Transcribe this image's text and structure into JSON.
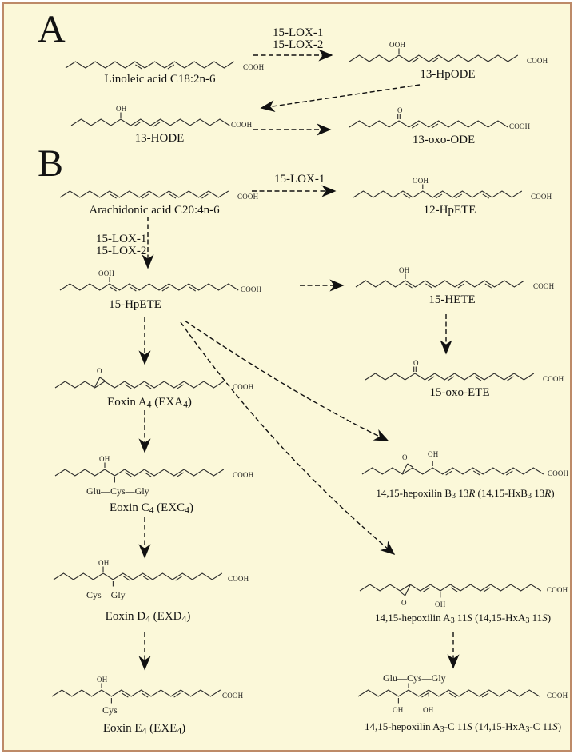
{
  "figure": {
    "description_title": "Lipoxygenase pathway diagram",
    "background_color": "#fbf8d9",
    "border_color": "#bd8a68",
    "ink_color": "#151515"
  },
  "panels": {
    "a": "A",
    "b": "B"
  },
  "enzymes": {
    "lox1": "15-LOX-1",
    "lox2": "15-LOX-2"
  },
  "chem": {
    "cooh": "COOH",
    "oh": "OH",
    "ooh": "OOH",
    "keto_o": "O",
    "epoxide_o": "O",
    "glu_cys_gly": "Glu—Cys—Gly",
    "cys_gly": "Cys—Gly",
    "cys": "Cys"
  },
  "molecules": {
    "linoleic": {
      "label": "Linoleic acid C18:2n-6"
    },
    "hpode13": {
      "label": "13-HpODE"
    },
    "hode13": {
      "label": "13-HODE"
    },
    "oxoode13": {
      "label": "13-oxo-ODE"
    },
    "arachidonic": {
      "label": "Arachidonic acid C20:4n-6"
    },
    "hpete12": {
      "label": "12-HpETE"
    },
    "hpete15": {
      "label": "15-HpETE"
    },
    "hete15": {
      "label": "15-HETE"
    },
    "oxoete15": {
      "label": "15-oxo-ETE"
    },
    "exa4": {
      "label": [
        {
          "t": "Eoxin A"
        },
        {
          "t": "4",
          "f": "sub"
        },
        {
          "t": " (EXA"
        },
        {
          "t": "4",
          "f": "sub"
        },
        {
          "t": ")"
        }
      ]
    },
    "exc4": {
      "label": [
        {
          "t": "Eoxin C"
        },
        {
          "t": "4",
          "f": "sub"
        },
        {
          "t": " (EXC"
        },
        {
          "t": "4",
          "f": "sub"
        },
        {
          "t": ")"
        }
      ]
    },
    "exd4": {
      "label": [
        {
          "t": "Eoxin D"
        },
        {
          "t": "4",
          "f": "sub"
        },
        {
          "t": " (EXD"
        },
        {
          "t": "4",
          "f": "sub"
        },
        {
          "t": ")"
        }
      ]
    },
    "exe4": {
      "label": [
        {
          "t": "Eoxin E"
        },
        {
          "t": "4",
          "f": "sub"
        },
        {
          "t": " (EXE"
        },
        {
          "t": "4",
          "f": "sub"
        },
        {
          "t": ")"
        }
      ]
    },
    "hxb3": {
      "label": [
        {
          "t": "14,15-hepoxilin B"
        },
        {
          "t": "3",
          "f": "sub"
        },
        {
          "t": " 13"
        },
        {
          "t": "R",
          "f": "i"
        },
        {
          "t": " (14,15-HxB"
        },
        {
          "t": "3",
          "f": "sub"
        },
        {
          "t": " 13"
        },
        {
          "t": "R",
          "f": "i"
        },
        {
          "t": ")"
        }
      ]
    },
    "hxa3": {
      "label": [
        {
          "t": "14,15-hepoxilin A"
        },
        {
          "t": "3",
          "f": "sub"
        },
        {
          "t": " 11"
        },
        {
          "t": "S",
          "f": "i"
        },
        {
          "t": " (14,15-HxA"
        },
        {
          "t": "3",
          "f": "sub"
        },
        {
          "t": " 11"
        },
        {
          "t": "S",
          "f": "i"
        },
        {
          "t": ")"
        }
      ]
    },
    "hxa3c": {
      "label": [
        {
          "t": "14,15-hepoxilin A"
        },
        {
          "t": "3",
          "f": "sub"
        },
        {
          "t": "-C 11"
        },
        {
          "t": "S",
          "f": "i"
        },
        {
          "t": " (14,15-HxA"
        },
        {
          "t": "3",
          "f": "sub"
        },
        {
          "t": "-C 11"
        },
        {
          "t": "S",
          "f": "i"
        },
        {
          "t": ")"
        }
      ]
    }
  }
}
